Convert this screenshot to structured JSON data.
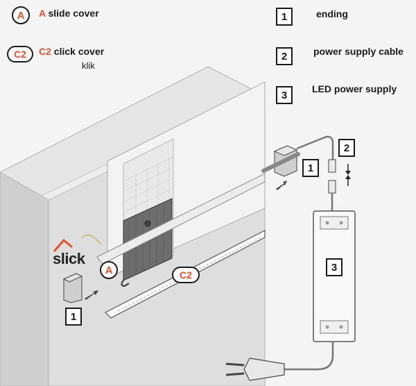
{
  "legend": {
    "a": {
      "badge": "A",
      "code": "A",
      "text": "slide cover"
    },
    "c2": {
      "badge": "C2",
      "code": "C2",
      "text": "click cover",
      "subtext": "klik"
    },
    "items": [
      {
        "number": "1",
        "text": "ending"
      },
      {
        "number": "2",
        "text": "power supply cable"
      },
      {
        "number": "3",
        "text": "LED power supply"
      }
    ]
  },
  "diagram": {
    "brand": "slick",
    "labels": {
      "a": "A",
      "c2": "C2",
      "ending_top": "1",
      "ending_left": "1",
      "cable": "2",
      "power_supply": "3"
    }
  },
  "colors": {
    "accent": "#e8502a",
    "outline": "#1a1a1a",
    "wall_front": "#dcdcdc",
    "wall_side": "#c8c8c8",
    "panel": "#f2f2f2"
  }
}
